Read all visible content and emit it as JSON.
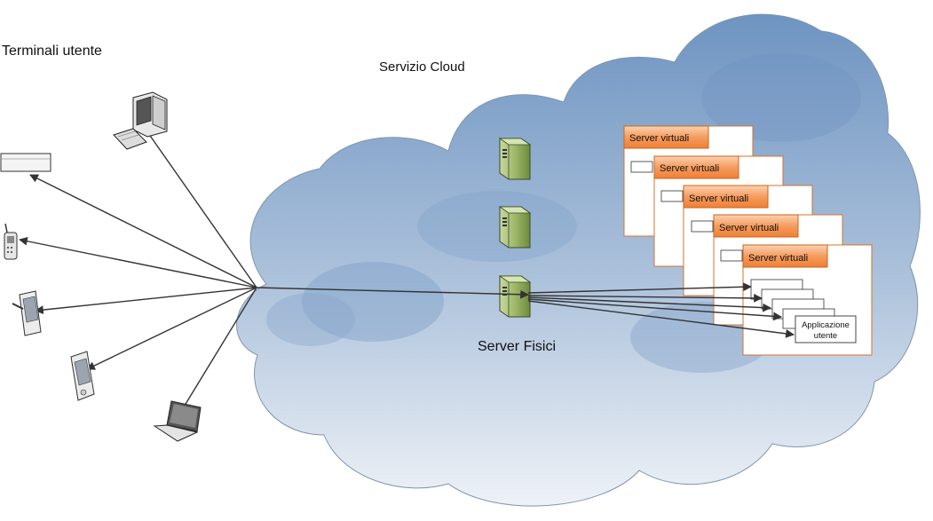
{
  "labels": {
    "terminals": "Terminali utente",
    "cloud": "Servizio Cloud",
    "physical_servers": "Server Fisici",
    "virtual_servers": "Server virtuali",
    "app_line1": "Applicazione",
    "app_line2": "utente"
  },
  "colors": {
    "cloud_top": "#6f95c2",
    "cloud_bottom": "#e6edf5",
    "vs_header": "#f59c5f",
    "vs_header_border": "#d8731d",
    "server_green": "#9fb86a",
    "arrow": "#333333"
  },
  "icons": [
    "desktop-computer-icon",
    "projector-icon",
    "mobile-phone-icon",
    "pda-icon",
    "pocket-pc-icon",
    "laptop-icon",
    "server-tower-icon"
  ]
}
